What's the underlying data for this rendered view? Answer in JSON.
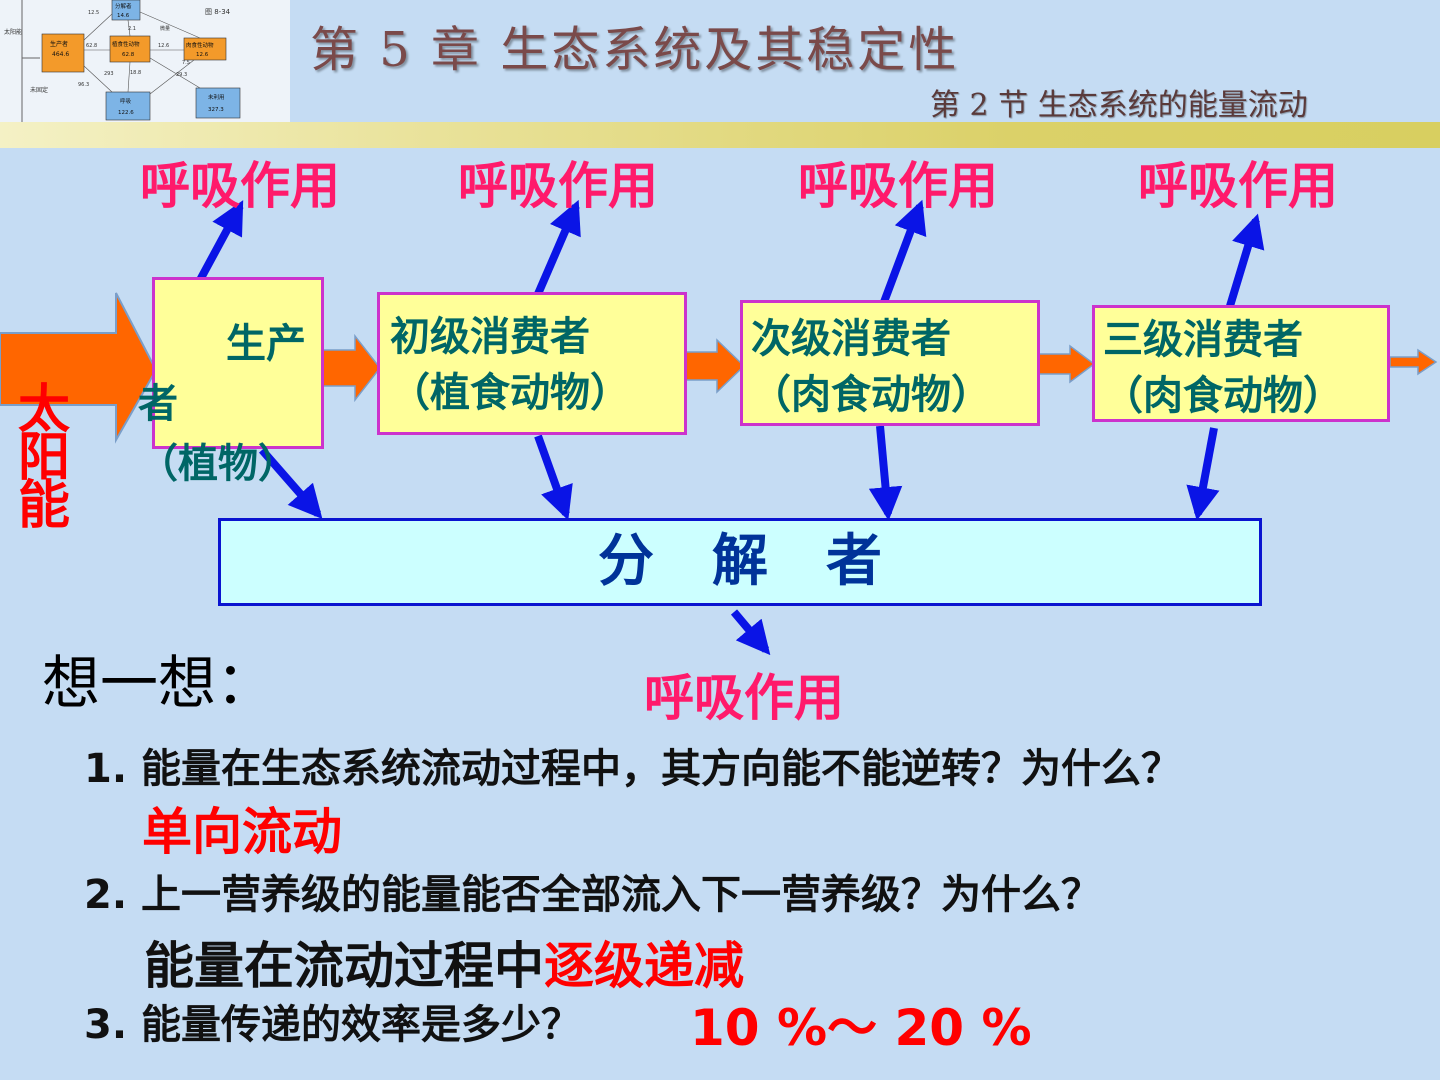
{
  "header": {
    "chapter_title": "第 5 章  生态系统及其稳定性",
    "section_title": "第 2 节  生态系统的能量流动"
  },
  "thumbnail": {
    "fig_label": "图 8-34",
    "sun_label": "太阳能",
    "unused_label": "未固定",
    "producer": "生产者",
    "producer_value": "464.6",
    "decomposer": "分解者",
    "decomposer_value": "14.6",
    "herbivore": "植食性动物",
    "herbivore_value": "62.8",
    "carnivore": "肉食性动物",
    "carnivore_value": "12.6",
    "respiration": "呼吸",
    "respiration_value": "122.6",
    "unused": "未利用",
    "unused_value": "327.3",
    "flow_values": [
      "12.5",
      "2.1",
      "62.8",
      "12.6",
      "293",
      "18.8",
      "7.5",
      "96.3",
      "29.3",
      "微量"
    ]
  },
  "diagram": {
    "sun": "太阳能",
    "producer": [
      "　生产",
      "者",
      "（植物）"
    ],
    "primary": [
      "初级消费者",
      "（植食动物）"
    ],
    "secondary": [
      "次级消费者",
      "（肉食动物）"
    ],
    "tertiary": [
      "三级消费者",
      "（肉食动物）"
    ],
    "decomposer": "分解者",
    "respiration": [
      "呼吸作用",
      "呼吸作用",
      "呼吸作用",
      "呼吸作用",
      "呼吸作用"
    ]
  },
  "think": {
    "heading": "想一想：",
    "q1": "1. 能量在生态系统流动过程中，其方向能不能逆转？为什么？",
    "a1": "单向流动",
    "q2": "2. 上一营养级的能量能否全部流入下一营养级？为什么？",
    "a2_prefix": "能量在流动过程中",
    "a2_highlight": "逐级递减",
    "q3": "3. 能量传递的效率是多少？",
    "a3": "10 %～ 20 %"
  },
  "colors": {
    "background": "#c5dcf3",
    "node_fill": "#ffff99",
    "node_border": "#cc33cc",
    "arrow_orange": "#ff6600",
    "arrow_blue": "#0a14e6",
    "respiration_text": "#ff1a6b",
    "answer_red": "#ff0000"
  }
}
